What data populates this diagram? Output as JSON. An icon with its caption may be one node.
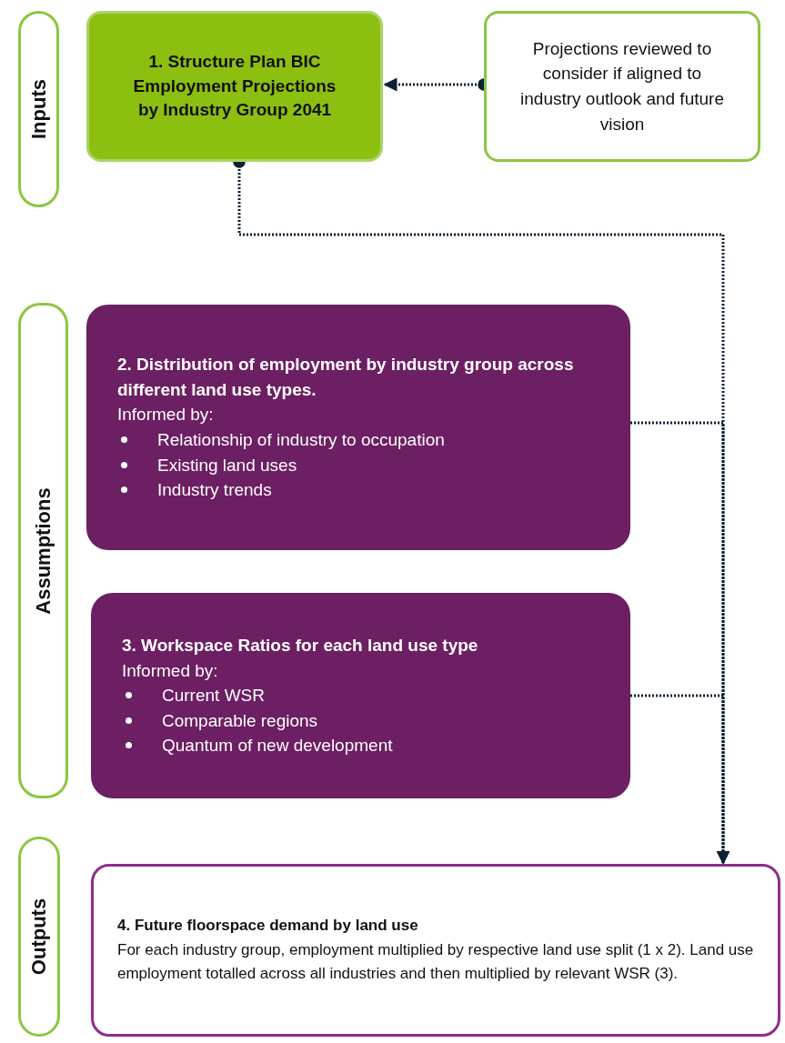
{
  "diagram": {
    "nodes": [
      {
        "text": [
          "Inputs"
        ]
      },
      {
        "text": [
          "1. Structure Plan BIC Employment Projections by Industry Group 2041"
        ]
      },
      {
        "text": [
          "Projections reviewed to consider if aligned to industry outlook and future vision"
        ]
      },
      {
        "text": [
          "Assumptions"
        ]
      },
      {
        "text": [
          "2. Distribution of employment by industry group across different land use types.",
          "Informed by:",
          "Relationship of industry to occupation",
          "Existing land uses",
          "Industry trends"
        ]
      },
      {
        "text": [
          "3. Workspace Ratios for each land use type",
          "Informed by:",
          "Current WSR",
          "Comparable regions",
          "Quantum of new development"
        ]
      },
      {
        "text": [
          "Outputs"
        ]
      },
      {
        "text": [
          "4. Future floorspace demand by land use",
          "For each industry group, employment multiplied by respective land use split (1 x 2). Land use employment totalled across all industries and then multiplied by relevant WSR (3)."
        ]
      }
    ],
    "edges": [
      {
        "from": 2,
        "to": 1,
        "arrow": "to"
      },
      {
        "from": 1,
        "to": 7,
        "arrow": "to"
      },
      {
        "from": 4,
        "to": 7,
        "arrow": "to"
      },
      {
        "from": 5,
        "to": 7,
        "arrow": "to"
      }
    ]
  }
}
